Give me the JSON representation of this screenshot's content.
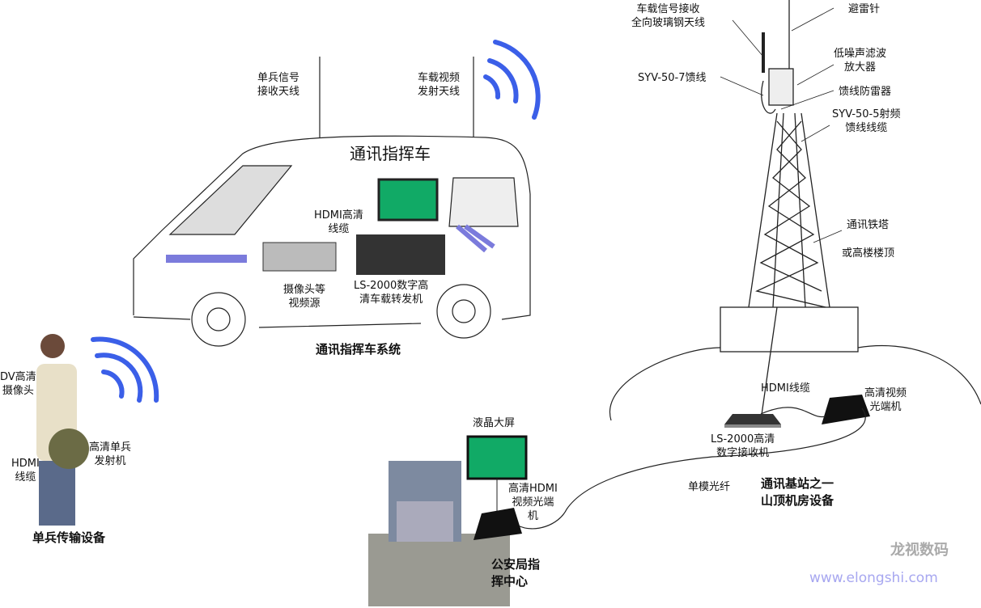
{
  "colors": {
    "signal_arc": "#3b5fe8",
    "van_stripe": "#7b7bdc",
    "watermark": "#a7a7f0"
  },
  "van": {
    "title": "通讯指挥车",
    "antenna_rx": [
      "单兵信号",
      "接收天线"
    ],
    "antenna_tx": [
      "车载视频",
      "发射天线"
    ],
    "hdmi": [
      "HDMI高清",
      "线缆"
    ],
    "camera": [
      "摄像头等",
      "视频源"
    ],
    "transmitter": [
      "LS-2000数字高",
      "清车载转发机"
    ],
    "caption": "通讯指挥车系统"
  },
  "soldier": {
    "dv": [
      "DV高清",
      "摄像头"
    ],
    "hdmi": [
      "HDMI",
      "线缆"
    ],
    "tx": [
      "高清单兵",
      "发射机"
    ],
    "caption": "单兵传输设备"
  },
  "tower": {
    "antenna": [
      "车载信号接收",
      "全向玻璃钢天线"
    ],
    "lightning": "避雷针",
    "lna": [
      "低噪声滤波",
      "放大器"
    ],
    "feeder7": "SYV-50-7馈线",
    "arrester": "馈线防雷器",
    "feeder5": [
      "SYV-50-5射频",
      "馈线线缆"
    ],
    "tower": "通讯铁塔",
    "roof": "或高楼楼顶"
  },
  "station": {
    "hdmi": "HDMI线缆",
    "optical": [
      "高清视频",
      "光端机"
    ],
    "receiver": [
      "LS-2000高清",
      "数字接收机"
    ],
    "fiber": "单模光纤",
    "caption": [
      "通讯基站之一",
      "山顶机房设备"
    ]
  },
  "police": {
    "screen": "液晶大屏",
    "optical": [
      "高清HDMI",
      "视频光端",
      "机"
    ],
    "caption": [
      "公安局指",
      "挥中心"
    ]
  },
  "watermark": {
    "brand": "龙视数码",
    "url": "www.elongshi.com"
  }
}
